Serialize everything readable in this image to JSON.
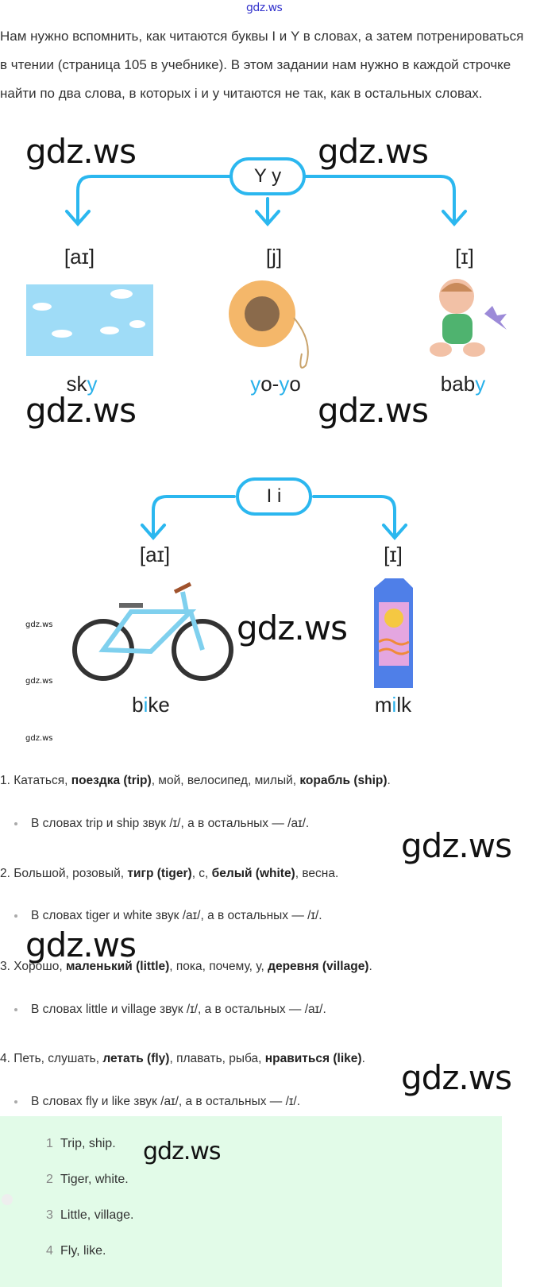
{
  "watermark_top": "gdz.ws",
  "watermark": "gdz.ws",
  "intro": "Нам нужно вспомнить, как читаются буквы I и Y в словах, а затем потренироваться в чтении (страница 105 в учебнике). В этом задании нам нужно в каждой строчке найти по два слова, в которых i и y читаются не так, как в остальных словах.",
  "diagram_y": {
    "letter": "Y y",
    "sounds": [
      "[aɪ]",
      "[j]",
      "[ɪ]"
    ],
    "words": [
      {
        "pre": "sk",
        "hl": "y",
        "post": ""
      },
      {
        "hl1": "y",
        "mid": "o-",
        "hl2": "y",
        "post": "o"
      },
      {
        "pre": "bab",
        "hl": "y",
        "post": ""
      }
    ]
  },
  "diagram_i": {
    "letter": "I i",
    "sounds": [
      "[aɪ]",
      "[ɪ]"
    ],
    "words": [
      {
        "pre": "b",
        "hl": "i",
        "post": "ke"
      },
      {
        "pre": "m",
        "hl": "i",
        "post": "lk"
      }
    ]
  },
  "items": [
    {
      "num": "1.",
      "parts": [
        "Кататься, ",
        "поездка (trip)",
        ", мой, велосипед, милый, ",
        "корабль (ship)",
        "."
      ],
      "note": "В словах trip и ship звук /ɪ/, а в остальных — /aɪ/."
    },
    {
      "num": "2.",
      "parts": [
        "Большой, розовый, ",
        "тигр (tiger)",
        ", с, ",
        "белый (white)",
        ", весна."
      ],
      "note": "В словах tiger и white звук /aɪ/, а в остальных — /ɪ/."
    },
    {
      "num": "3.",
      "parts": [
        "Хорошо, ",
        "маленький (little)",
        ", пока, почему, у, ",
        "деревня (village)",
        "."
      ],
      "note": "В словах little и village звук /ɪ/, а в остальных — /aɪ/."
    },
    {
      "num": "4.",
      "parts": [
        "Петь, слушать, ",
        "летать (fly)",
        ", плавать, рыба, ",
        "нравиться (like)",
        "."
      ],
      "note": "В словах fly и like звук /aɪ/, а в остальных — /ɪ/."
    }
  ],
  "answers": [
    {
      "n": "1",
      "t": "Trip, ship."
    },
    {
      "n": "2",
      "t": "Tiger, white."
    },
    {
      "n": "3",
      "t": "Little, village."
    },
    {
      "n": "4",
      "t": "Fly, like."
    }
  ],
  "colors": {
    "accent": "#2bb7ef",
    "answer_bg": "#e2fbe8"
  }
}
